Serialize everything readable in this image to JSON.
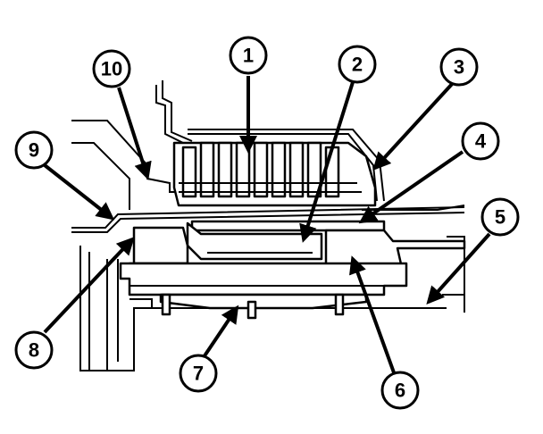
{
  "diagram": {
    "colors": {
      "line": "#000000",
      "background": "#ffffff"
    },
    "callouts": [
      {
        "id": "c1",
        "label": "1"
      },
      {
        "id": "c2",
        "label": "2"
      },
      {
        "id": "c3",
        "label": "3"
      },
      {
        "id": "c4",
        "label": "4"
      },
      {
        "id": "c5",
        "label": "5"
      },
      {
        "id": "c6",
        "label": "6"
      },
      {
        "id": "c7",
        "label": "7"
      },
      {
        "id": "c8",
        "label": "8"
      },
      {
        "id": "c9",
        "label": "9"
      },
      {
        "id": "c10",
        "label": "10"
      }
    ]
  }
}
